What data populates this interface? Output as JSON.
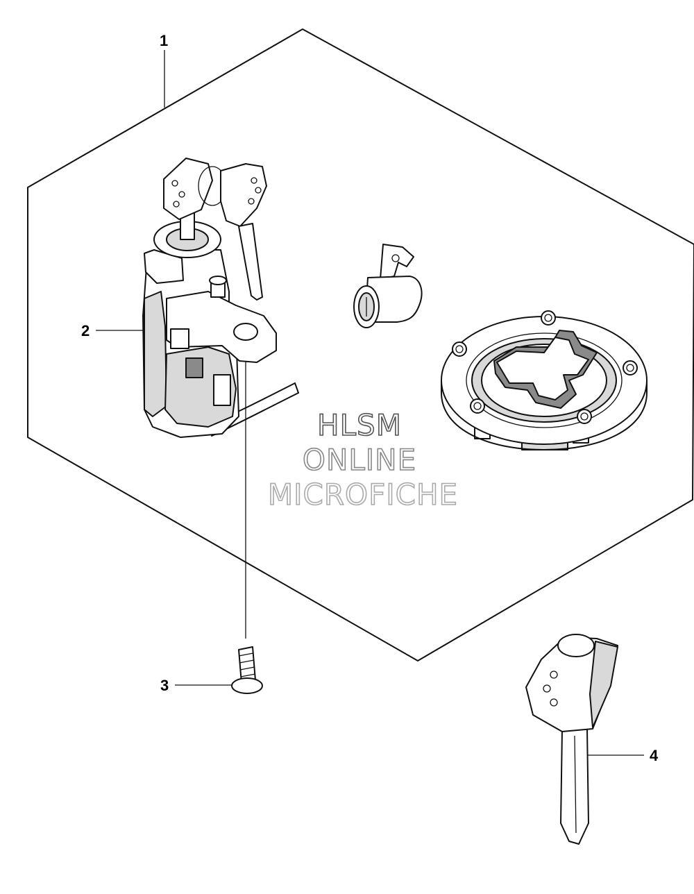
{
  "callouts": {
    "c1": "1",
    "c2": "2",
    "c3": "3",
    "c4": "4"
  },
  "watermark": {
    "line1": "HLSM",
    "line2": "ONLINE",
    "line3": "MICROFICHE"
  },
  "colors": {
    "line": "#111111",
    "watermark_line1": "#555555",
    "watermark_line2": "#888888",
    "watermark_line3": "#aaaaaa"
  }
}
